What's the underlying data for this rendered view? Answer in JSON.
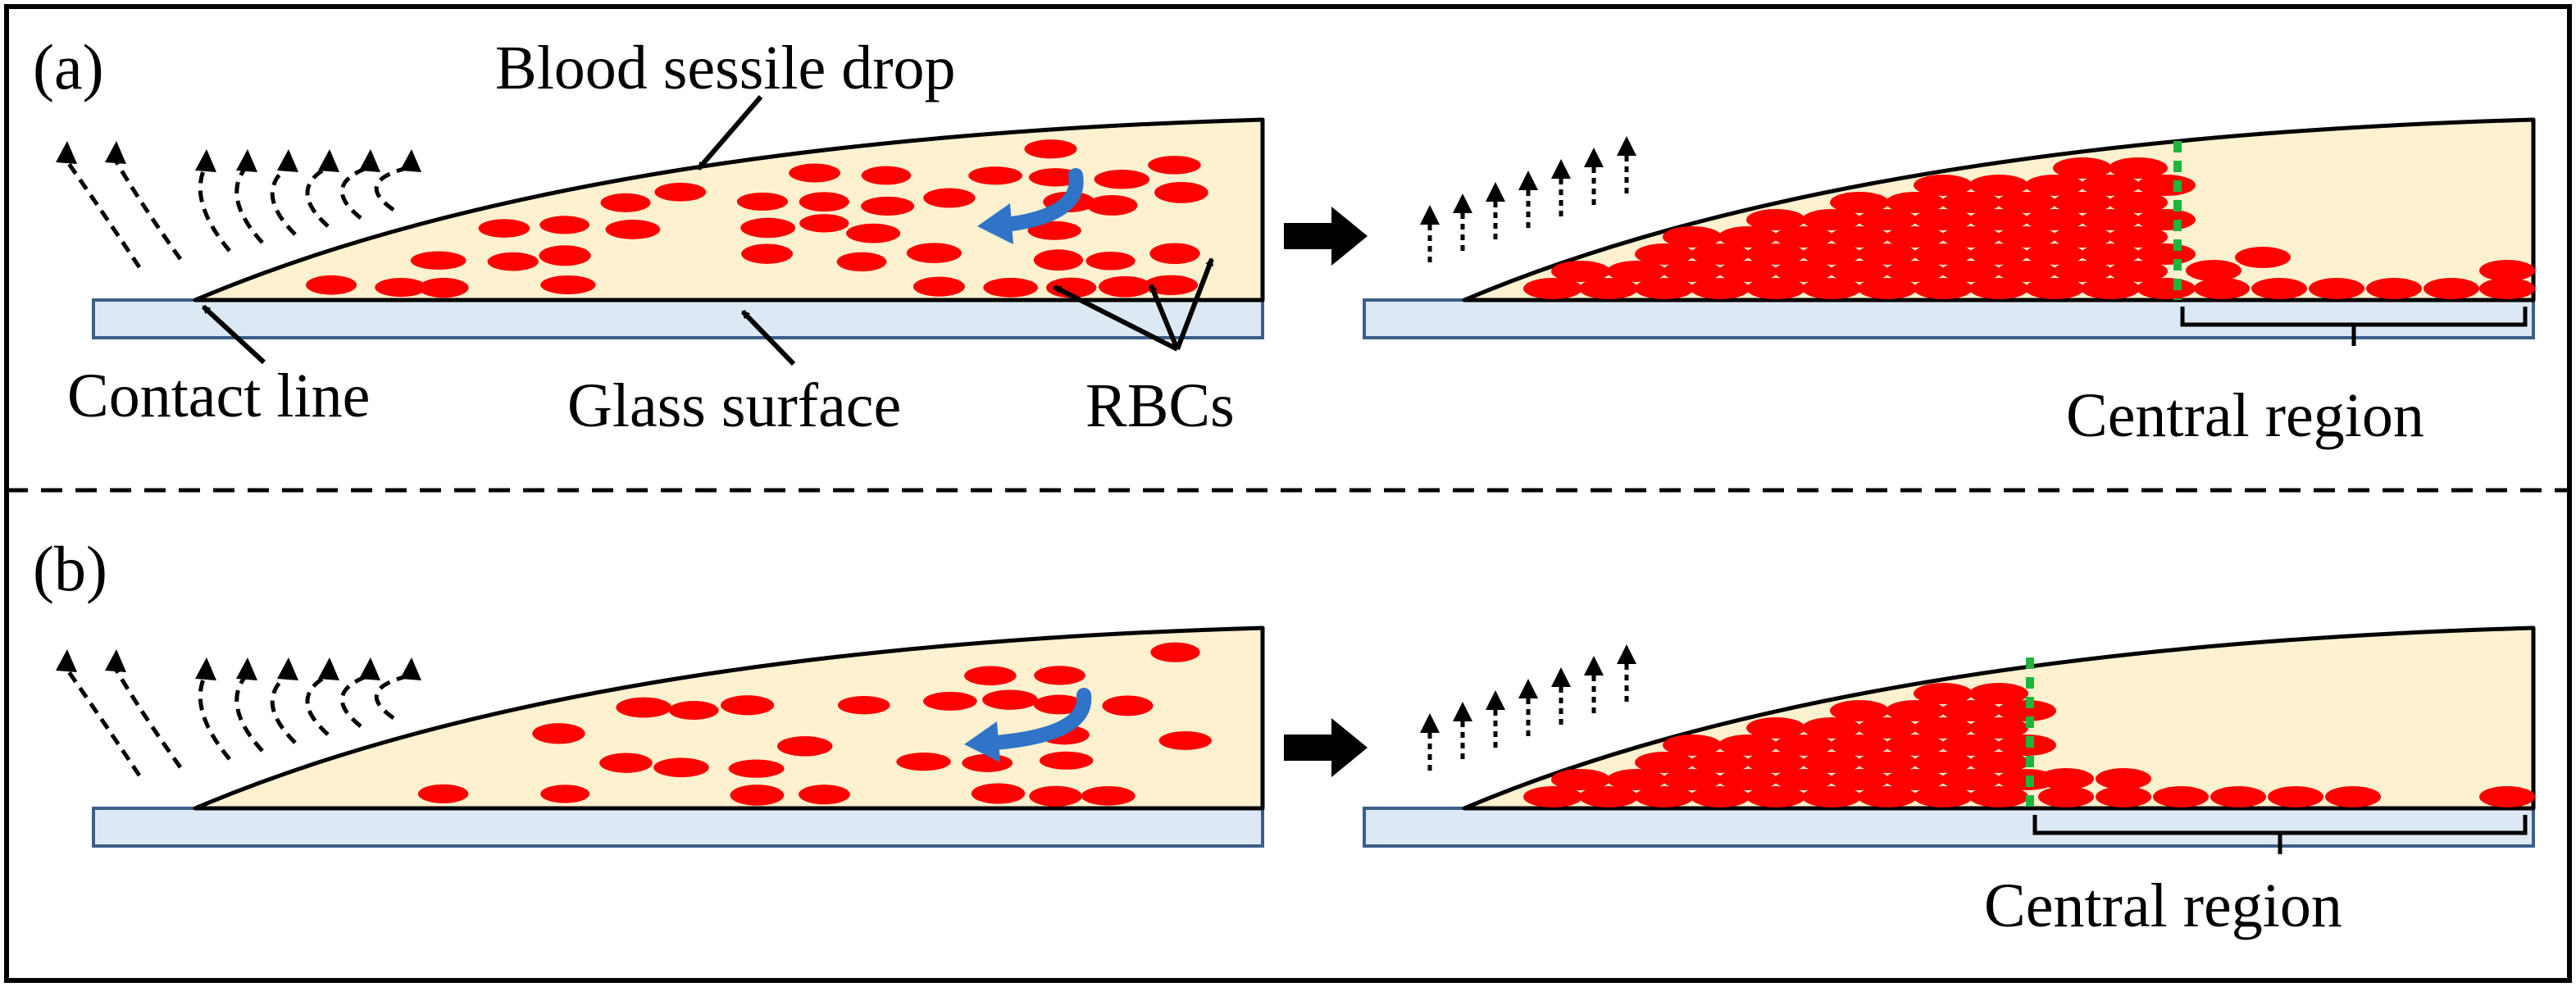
{
  "panels": [
    {
      "label": "(a)",
      "annotations": {
        "drop": "Blood sessile drop",
        "contact_line": "Contact line",
        "glass": "Glass surface",
        "rbcs": "RBCs",
        "central": "Central region"
      }
    },
    {
      "label": "(b)",
      "annotations": {
        "central": "Central region"
      }
    }
  ],
  "colors": {
    "rbc": "#ff0000",
    "drop_fill": "#fdf1cf",
    "glass_fill": "#dce8f3",
    "glass_stroke": "#3a5f8a",
    "flow_arrow": "#2f74c6",
    "boundary": "#1db53c",
    "outline": "#000000"
  }
}
